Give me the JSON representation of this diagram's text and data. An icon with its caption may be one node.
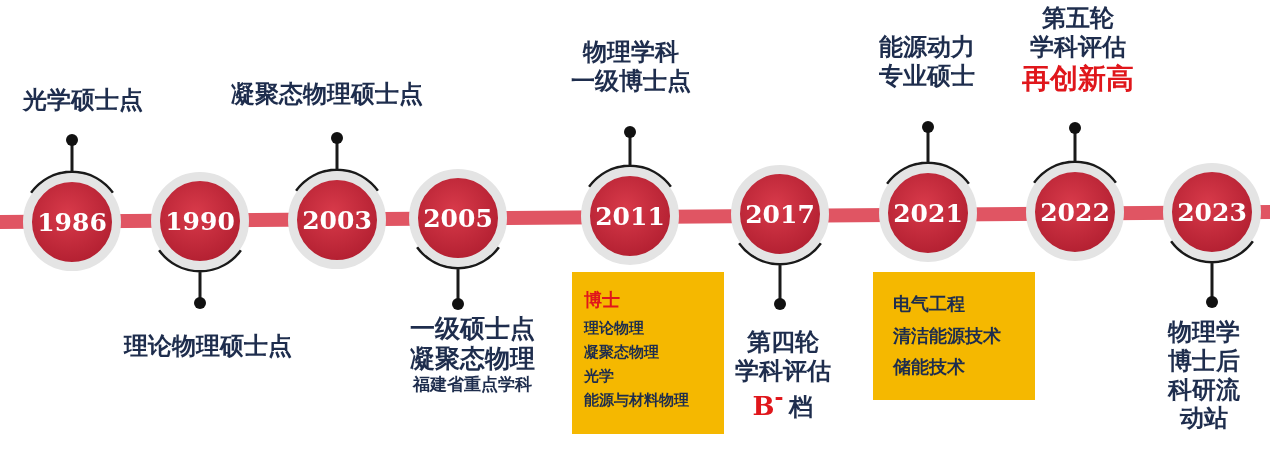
{
  "diagram": {
    "nodes": [
      {
        "text": [
          "1986"
        ]
      },
      {
        "text": [
          "1990"
        ]
      },
      {
        "text": [
          "2003"
        ]
      },
      {
        "text": [
          "2005"
        ]
      },
      {
        "text": [
          "2011"
        ]
      },
      {
        "text": [
          "2017"
        ]
      },
      {
        "text": [
          "2021"
        ]
      },
      {
        "text": [
          "2022"
        ]
      },
      {
        "text": [
          "2023"
        ]
      },
      {
        "text": [
          "光学硕士点"
        ]
      },
      {
        "text": [
          "理论物理硕士点"
        ]
      },
      {
        "text": [
          "凝聚态物理硕士点"
        ]
      },
      {
        "text": [
          "一级硕士点",
          "凝聚态物理",
          "福建省重点学科"
        ]
      },
      {
        "text": [
          "物理学科",
          "一级博士点"
        ]
      },
      {
        "text": [
          "博士",
          "理论物理",
          "凝聚态物理",
          "光学",
          "能源与材料物理"
        ]
      },
      {
        "text": [
          "第四轮",
          "学科评估",
          "B$^{-}$",
          "档"
        ]
      },
      {
        "text": [
          "能源动力",
          "专业硕士"
        ]
      },
      {
        "text": [
          "电气工程",
          "清洁能源技术",
          "储能技术"
        ]
      },
      {
        "text": [
          "第五轮",
          "学科评估",
          "再创新高"
        ]
      },
      {
        "text": [
          "物理学博士后科研流动站"
        ]
      }
    ],
    "edges": [
      {
        "from": 9,
        "to": 0,
        "arrow": "other"
      },
      {
        "from": 10,
        "to": 1,
        "arrow": "other"
      },
      {
        "from": 11,
        "to": 2,
        "arrow": "other"
      },
      {
        "from": 12,
        "to": 3,
        "arrow": "other"
      },
      {
        "from": 13,
        "to": 4,
        "arrow": "other"
      },
      {
        "from": 15,
        "to": 5,
        "arrow": "other"
      },
      {
        "from": 16,
        "to": 6,
        "arrow": "other"
      },
      {
        "from": 18,
        "to": 7,
        "arrow": "other"
      },
      {
        "from": 19,
        "to": 8,
        "arrow": "other"
      }
    ]
  }
}
